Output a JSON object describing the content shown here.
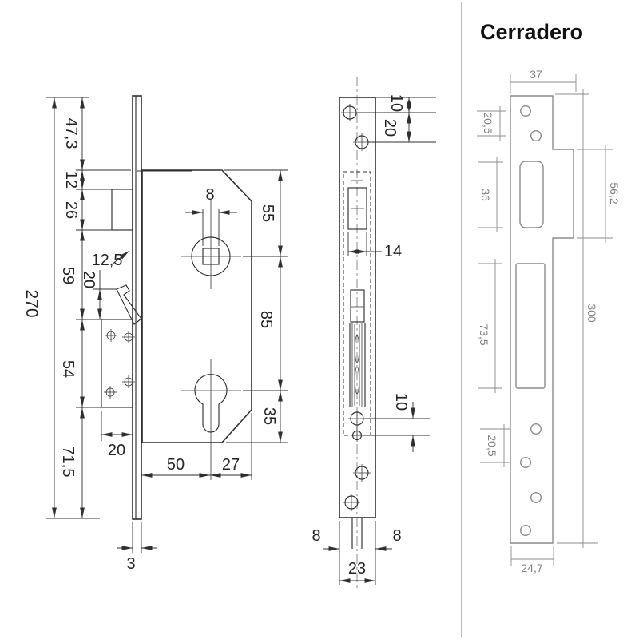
{
  "title": "Cerradero",
  "colors": {
    "ink": "#2f2f2f",
    "gray_line": "#8b8b8b",
    "gray_text": "#7f7f7f",
    "divider": "#a3a3a3",
    "title_color": "#121212"
  },
  "views": {
    "side": {
      "dims": {
        "total_height": "270",
        "top_section": "47,3",
        "latch_offset": "12",
        "latch_slot_height": "26",
        "mid_section": "59",
        "case_height": "54",
        "bottom_section": "71,5",
        "hook_projection": "12,5",
        "hook_to_case": "20",
        "case_depth": "20",
        "backset": "50",
        "cylinder_to_edge": "27",
        "faceplate_thickness": "3"
      }
    },
    "case_front": {
      "dims": {
        "spindle_square": "8",
        "top_to_spindle": "55",
        "spindle_to_cylinder": "85",
        "cylinder_to_bottom": "35"
      }
    },
    "faceplate": {
      "dims": {
        "top_to_hole": "10",
        "hole_spacing": "20",
        "latch_width": "14",
        "lower_hole_spacing": "10",
        "left_margin": "8",
        "right_margin": "8",
        "width": "23"
      }
    },
    "strike": {
      "dims": {
        "top_width": "37",
        "upper_hole_spacing": "20,5",
        "latch_opening_height": "36",
        "lip_height": "56,2",
        "bolt_opening_height": "73,5",
        "total_height": "300",
        "lower_hole_spacing": "20,5",
        "bottom_width": "24,7"
      }
    }
  }
}
